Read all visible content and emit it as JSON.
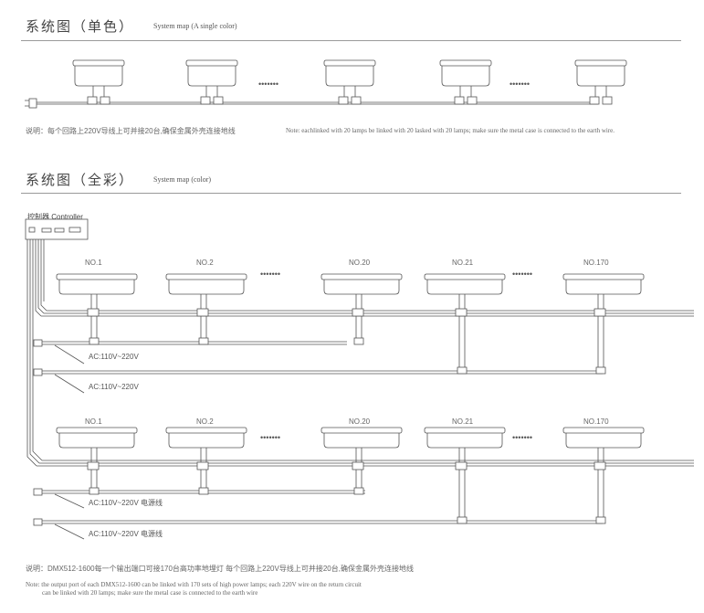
{
  "section1": {
    "title": "系统图（单色）",
    "subtitle": "System map (A single color)",
    "note_cn": "说明：每个回路上220V导线上可并接20台,确保金属外壳连接地线",
    "note_en": "Note: eachlinked with 20 lamps be linked with 20 lasked with 20 lamps; make sure the metal case is connected to the earth wire."
  },
  "section2": {
    "title": "系统图（全彩）",
    "subtitle": "System map (color)",
    "controller_label": "控制器 Controller",
    "lamp_labels": [
      "NO.1",
      "NO.2",
      "NO.20",
      "NO.21",
      "NO.170"
    ],
    "ellipsis": "•••••••",
    "ac_label": "AC:110V~220V",
    "ac_label_power": "AC:110V~220V 电源线",
    "note_cn": "说明：DMX512-1600每一个输出端口可接170台高功率地埋灯 每个回路上220V导线上可并接20台,确保金属外壳连接地线",
    "note_en_1": "Note: the output port of each DMX512-1600 can be linked with 170 sets of high power lamps; each 220V wire on the return circuit",
    "note_en_2": "can be linked with 20 lamps; make sure the metal case is connected to the earth wire"
  },
  "colors": {
    "line": "#555555",
    "rule": "#9a9a9a",
    "text": "#555555"
  }
}
